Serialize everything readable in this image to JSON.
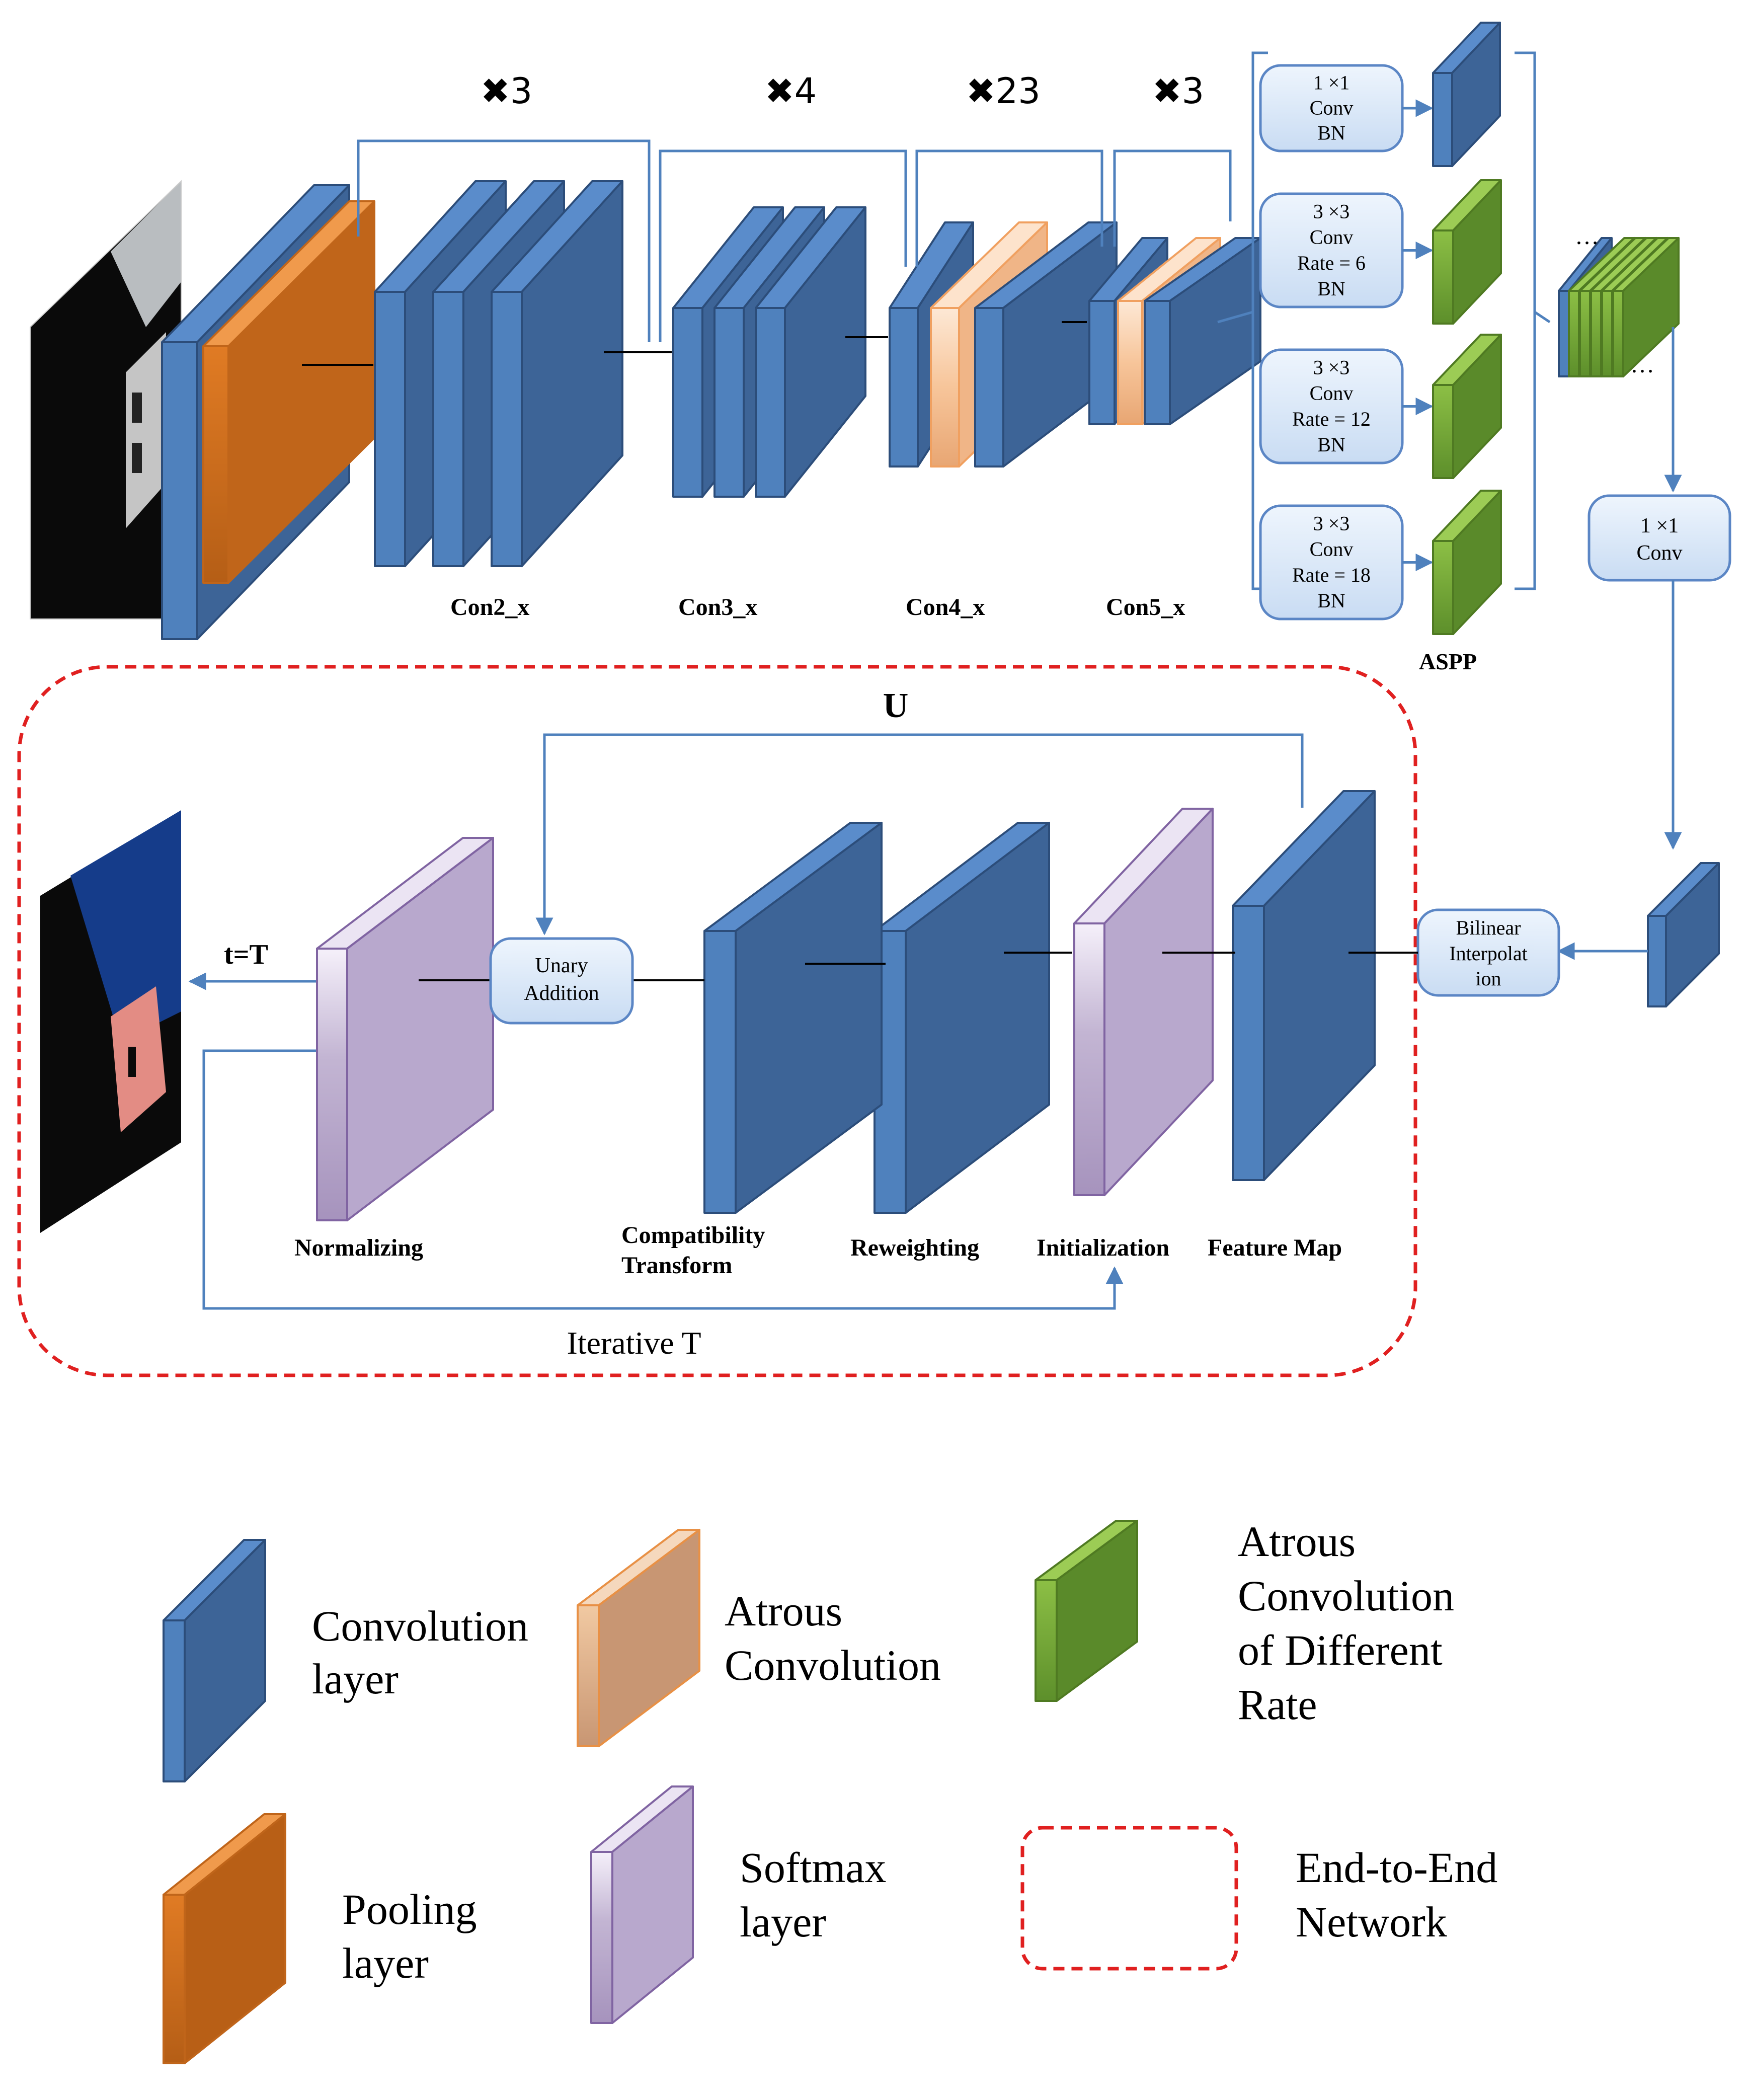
{
  "colors": {
    "conv": "#4f81bd",
    "conv_dark": "#3b6196",
    "conv_edge": "#2c4d7a",
    "pool": "#e07b24",
    "pool_dark": "#b8611a",
    "atrous": "#f8c69a",
    "atrous_dark": "#e8a673",
    "aspp_green": "#79a83a",
    "aspp_green_dark": "#5a8a2a",
    "softmax": "#bfb1d0",
    "softmax_dark": "#a391b8",
    "softmax_edge": "#8064a2",
    "box_fill": "#dbe9fa",
    "box_edge": "#5b86c5",
    "arrow": "#4f81bd",
    "dashed_border": "#e02020"
  },
  "repeats": {
    "con2": "✖3",
    "con3": "✖4",
    "con4": "✖23",
    "con5": "✖3"
  },
  "stage_labels": {
    "con2": "Con2_x",
    "con3": "Con3_x",
    "con4": "Con4_x",
    "con5": "Con5_x"
  },
  "aspp": {
    "label": "ASPP",
    "branches": [
      {
        "lines": [
          "1 ×1",
          "Conv",
          "BN"
        ]
      },
      {
        "lines": [
          "3 ×3",
          "Conv",
          "Rate = 6",
          "BN"
        ]
      },
      {
        "lines": [
          "3 ×3",
          "Conv",
          "Rate = 12",
          "BN"
        ]
      },
      {
        "lines": [
          "3 ×3",
          "Conv",
          "Rate = 18",
          "BN"
        ]
      }
    ],
    "ellipsis_top": "…",
    "ellipsis_bottom": "…"
  },
  "conv1x1": {
    "lines": [
      "1 ×1",
      "Conv"
    ]
  },
  "bilinear": {
    "lines": [
      "Bilinear",
      "Interpolat",
      "ion"
    ]
  },
  "crf": {
    "loop_label": "U",
    "output_label": "t=T",
    "iter_label": "Iterative T",
    "unary": {
      "lines": [
        "Unary",
        "Addition"
      ]
    },
    "labels": {
      "normalizing": "Normalizing",
      "compat_1": "Compatibility",
      "compat_2": "Transform",
      "reweighting": "Reweighting",
      "initialization": "Initialization",
      "feature_map": "Feature Map"
    }
  },
  "legend": {
    "conv": [
      "Convolution",
      "layer"
    ],
    "atrous": [
      "Atrous",
      "Convolution"
    ],
    "aspp": [
      "Atrous",
      "Convolution",
      "of Different",
      "Rate"
    ],
    "pool": [
      "Pooling",
      "layer"
    ],
    "softmax": [
      "Softmax",
      "layer"
    ],
    "e2e": [
      "End-to-End",
      "Network"
    ]
  }
}
